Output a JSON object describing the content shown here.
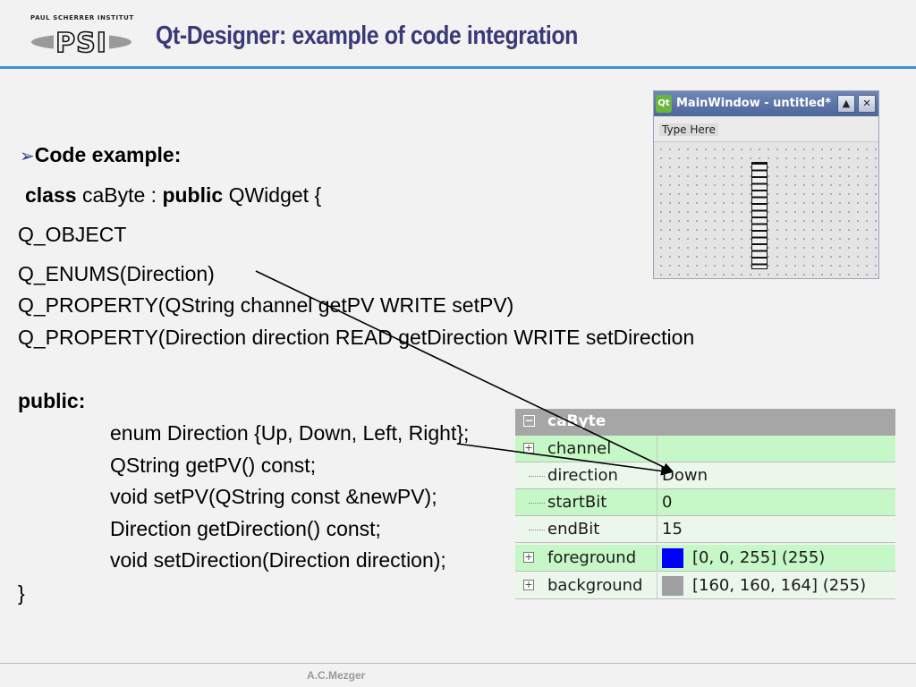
{
  "header": {
    "institute": "PAUL SCHERRER INSTITUT",
    "logo_mark": "PSI",
    "title": "Qt-Designer: example of code integration"
  },
  "code": {
    "bullet": "Code example:",
    "class_kw": "class",
    "class_name": "caByte",
    "colon": ":",
    "public_kw": "public",
    "base": "QWidget {",
    "lines": [
      "Q_OBJECT",
      "Q_ENUMS(Direction)",
      "Q_PROPERTY(QString channel getPV WRITE setPV)",
      "Q_PROPERTY(Direction direction READ getDirection WRITE setDirection"
    ],
    "public_label": "public:",
    "members": [
      "enum Direction {Up, Down, Left, Right};",
      "QString getPV() const;",
      "void setPV(QString const &newPV);",
      "Direction getDirection() const;",
      "void setDirection(Direction direction);"
    ],
    "closing": "}"
  },
  "qt_window": {
    "logo": "Qt",
    "title": "MainWindow - untitled*",
    "maximize_glyph": "▲",
    "close_glyph": "✕",
    "menu_placeholder": "Type Here"
  },
  "property_editor": {
    "collapse_glyph": "−",
    "expand_glyph": "+",
    "header": "caByte",
    "rows": [
      {
        "name": "channel",
        "value": ""
      },
      {
        "name": "direction",
        "value": "Down"
      },
      {
        "name": "startBit",
        "value": "0"
      },
      {
        "name": "endBit",
        "value": "15"
      },
      {
        "name": "foreground",
        "value": "[0, 0, 255] (255)",
        "swatch": "#0000ff"
      },
      {
        "name": "background",
        "value": "[160, 160, 164] (255)",
        "swatch": "#a0a0a4"
      }
    ]
  },
  "footer": {
    "author": "A.C.Mezger"
  },
  "colors": {
    "title": "#3a3a78",
    "header_rule": "#3d8edb",
    "property_row": "#c6f7c6",
    "property_header": "#a6a6a6"
  }
}
